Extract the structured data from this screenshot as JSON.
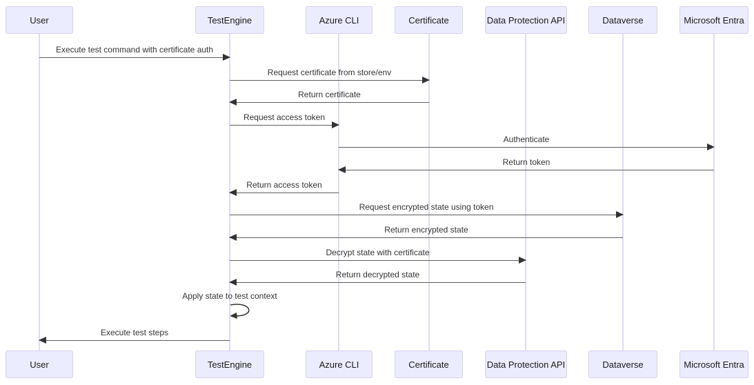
{
  "diagram": {
    "type": "sequence-diagram",
    "actors": [
      {
        "name": "User"
      },
      {
        "name": "TestEngine"
      },
      {
        "name": "Azure CLI"
      },
      {
        "name": "Certificate"
      },
      {
        "name": "Data Protection API"
      },
      {
        "name": "Dataverse"
      },
      {
        "name": "Microsoft Entra"
      }
    ],
    "messages": [
      {
        "from": "User",
        "to": "TestEngine",
        "label": "Execute test command with certificate auth",
        "arrow": "solid"
      },
      {
        "from": "TestEngine",
        "to": "Certificate",
        "label": "Request certificate from store/env",
        "arrow": "solid"
      },
      {
        "from": "Certificate",
        "to": "TestEngine",
        "label": "Return certificate",
        "arrow": "solid"
      },
      {
        "from": "TestEngine",
        "to": "Azure CLI",
        "label": "Request access token",
        "arrow": "solid"
      },
      {
        "from": "Azure CLI",
        "to": "Microsoft Entra",
        "label": "Authenticate",
        "arrow": "solid"
      },
      {
        "from": "Microsoft Entra",
        "to": "Azure CLI",
        "label": "Return token",
        "arrow": "solid"
      },
      {
        "from": "Azure CLI",
        "to": "TestEngine",
        "label": "Return access token",
        "arrow": "solid"
      },
      {
        "from": "TestEngine",
        "to": "Dataverse",
        "label": "Request encrypted state using token",
        "arrow": "solid"
      },
      {
        "from": "Dataverse",
        "to": "TestEngine",
        "label": "Return encrypted state",
        "arrow": "solid"
      },
      {
        "from": "TestEngine",
        "to": "Data Protection API",
        "label": "Decrypt state with certificate",
        "arrow": "solid"
      },
      {
        "from": "Data Protection API",
        "to": "TestEngine",
        "label": "Return decrypted state",
        "arrow": "solid"
      },
      {
        "from": "TestEngine",
        "to": "TestEngine",
        "label": "Apply state to test context",
        "arrow": "self-loop"
      },
      {
        "from": "TestEngine",
        "to": "User",
        "label": "Execute test steps",
        "arrow": "solid"
      }
    ],
    "colors": {
      "actor_fill": "#ECECFF",
      "actor_border": "#D5D0EA",
      "lifeline": "#DCDCF5",
      "arrow_line": "#5B5B5B",
      "arrow_head": "#333333",
      "text": "#333333",
      "background": "#FFFFFF"
    }
  }
}
